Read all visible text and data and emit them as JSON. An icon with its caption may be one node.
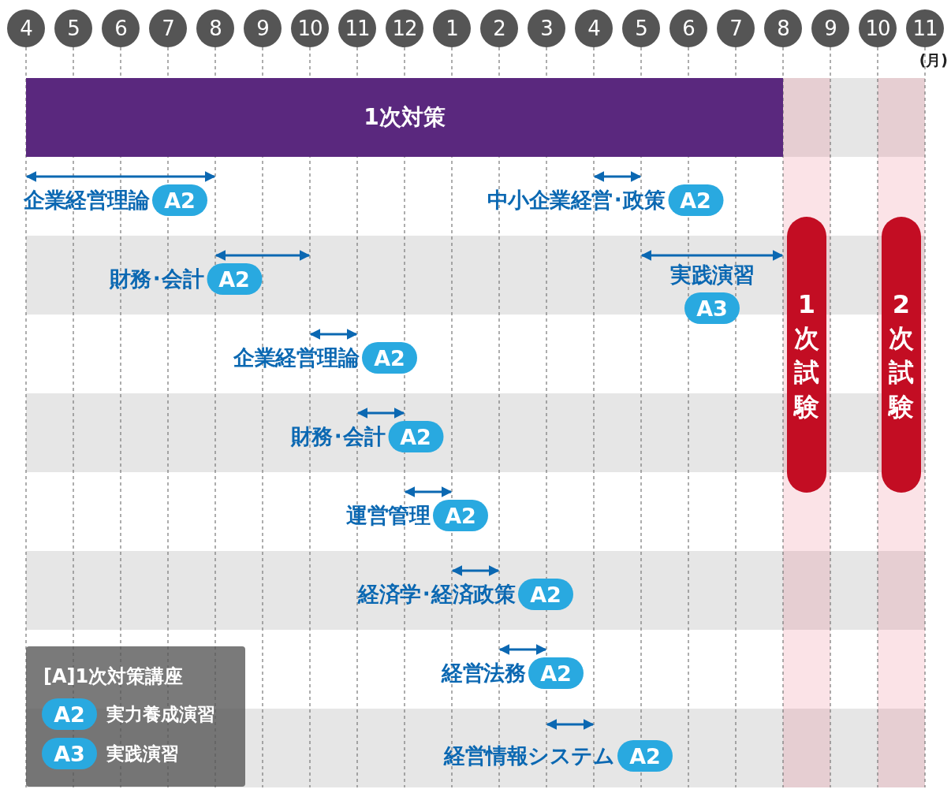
{
  "diagram": {
    "nodes": [
      {
        "text": [
          "4"
        ]
      },
      {
        "text": [
          "5"
        ]
      },
      {
        "text": [
          "6"
        ]
      },
      {
        "text": [
          "7"
        ]
      },
      {
        "text": [
          "8"
        ]
      },
      {
        "text": [
          "9"
        ]
      },
      {
        "text": [
          "10"
        ]
      },
      {
        "text": [
          "11"
        ]
      },
      {
        "text": [
          "12"
        ]
      },
      {
        "text": [
          "1"
        ]
      },
      {
        "text": [
          "2"
        ]
      },
      {
        "text": [
          "3"
        ]
      },
      {
        "text": [
          "4"
        ]
      },
      {
        "text": [
          "5"
        ]
      },
      {
        "text": [
          "6"
        ]
      },
      {
        "text": [
          "7"
        ]
      },
      {
        "text": [
          "8"
        ]
      },
      {
        "text": [
          "9"
        ]
      },
      {
        "text": [
          "10"
        ]
      },
      {
        "text": [
          "11"
        ]
      },
      {
        "text": [
          "1次対策"
        ]
      },
      {
        "text": [
          "A2"
        ],
        "beside": [
          "企業経営理論"
        ]
      },
      {
        "text": [
          "A2"
        ],
        "beside": [
          "中小企業経営･政策"
        ]
      },
      {
        "text": [
          "1次試験"
        ]
      },
      {
        "text": [
          "2次試験"
        ]
      },
      {
        "text": [
          "A2"
        ],
        "beside": [
          "財務･会計"
        ]
      },
      {
        "text": [
          "A3"
        ],
        "beside": [
          "実践演習"
        ]
      },
      {
        "text": [
          "A2"
        ],
        "beside": [
          "企業経営理論"
        ]
      },
      {
        "text": [
          "A2"
        ],
        "beside": [
          "財務･会計"
        ]
      },
      {
        "text": [
          "A2"
        ],
        "beside": [
          "運営管理"
        ]
      },
      {
        "text": [
          "A2"
        ],
        "beside": [
          "経済学･経済政策"
        ]
      },
      {
        "text": [
          "A2"
        ],
        "beside": [
          "経営法務"
        ]
      },
      {
        "text": [
          "A2"
        ],
        "beside": [
          "経営情報システム"
        ]
      },
      {
        "text": [
          "[A]1次対策講座"
        ]
      },
      {
        "text": [
          "A2"
        ],
        "beside": [
          "実力養成演習"
        ],
        "in": 33
      },
      {
        "text": [
          "A3"
        ],
        "beside": [
          "実践演習"
        ],
        "in": 33
      }
    ],
    "labels": [
      "(月)"
    ]
  }
}
